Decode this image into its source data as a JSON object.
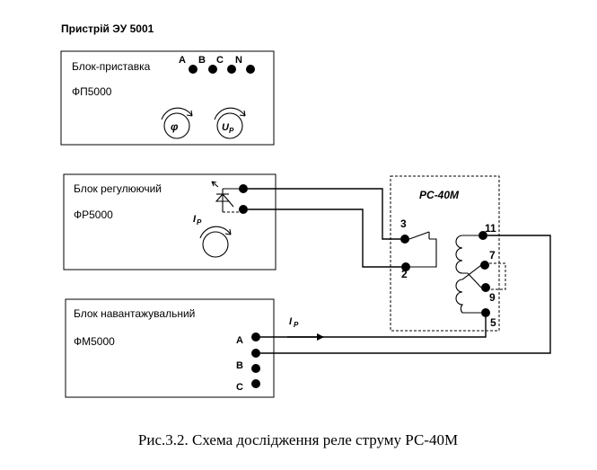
{
  "device_title": "Пристрій ЭУ 5001",
  "block1": {
    "name": "Блок-приставка",
    "model": "ФП5000",
    "terminals": [
      "A",
      "B",
      "C",
      "N"
    ],
    "knob1_label": "φ",
    "knob2_label": "U",
    "knob2_sub": "P"
  },
  "block2": {
    "name": "Блок регулюючий",
    "model": "ФР5000",
    "knob_label": "I",
    "knob_sub": "P"
  },
  "block3": {
    "name": "Блок навантажувальний",
    "model": "ФМ5000",
    "terminals": [
      "A",
      "B",
      "C"
    ]
  },
  "relay": {
    "name": "РС-40М",
    "pins": [
      "3",
      "2",
      "11",
      "7",
      "9",
      "5"
    ]
  },
  "current_label": "I",
  "current_sub": "P",
  "caption": "Рис.3.2. Схема дослідження реле струму РС-40М"
}
